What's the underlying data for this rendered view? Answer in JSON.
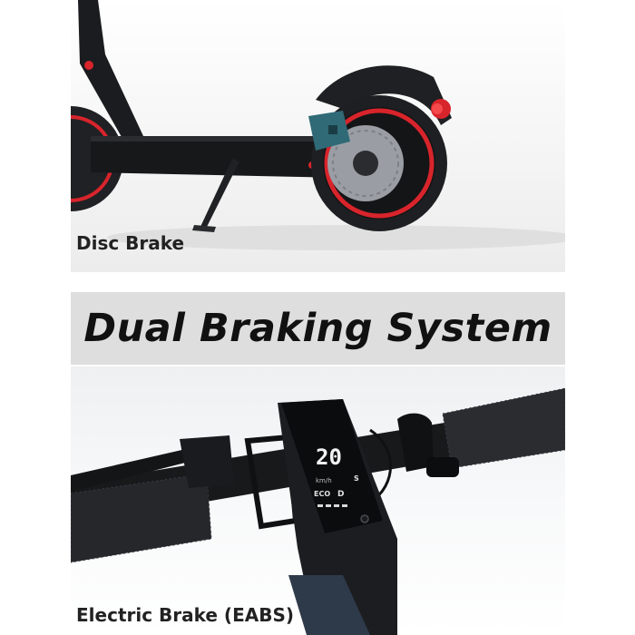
{
  "top_section": {
    "caption": "Disc Brake"
  },
  "banner": {
    "title": "Dual Braking System"
  },
  "bottom_section": {
    "caption": "Electric Brake (EABS)",
    "display": {
      "speed": "20",
      "unit": "km/h",
      "mode": "ECO",
      "gear": "D",
      "speed_unit_short": "S"
    }
  },
  "colors": {
    "accent_red": "#d8242b",
    "frame_black": "#1b1c1f",
    "caliper_teal": "#2f6a76",
    "banner_gray": "#dedede"
  }
}
